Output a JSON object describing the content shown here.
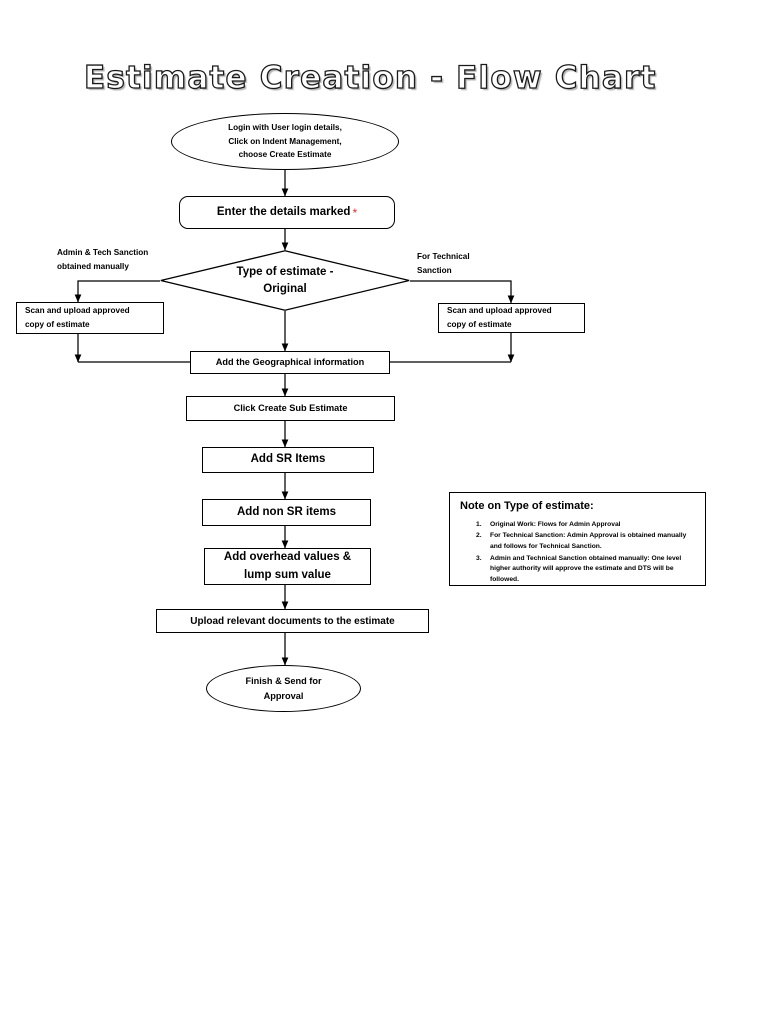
{
  "page": {
    "title": "Estimate Creation - Flow Chart",
    "background": "#ffffff",
    "ink": "#000000",
    "accent": "#e8272c"
  },
  "nodes": {
    "start": {
      "shape": "ellipse",
      "line1": "Login with User login details,",
      "line2": "Click on Indent Management,",
      "line3": "choose Create Estimate"
    },
    "enter_details": {
      "shape": "rounded-rect",
      "label": "Enter the details marked",
      "marker": "*"
    },
    "decision": {
      "shape": "diamond",
      "line1": "Type of estimate -",
      "line2": "Original"
    },
    "branch_left_caption": "Admin & Tech Sanction\nobtained manually",
    "branch_right_caption": "For Technical\nSanction",
    "scan_left": {
      "shape": "rect",
      "line1": "Scan and upload approved",
      "line2": "copy of estimate"
    },
    "scan_right": {
      "shape": "rect",
      "line1": "Scan and upload approved",
      "line2": "copy of estimate"
    },
    "geographical": {
      "shape": "rect",
      "label": "Add the Geographical information"
    },
    "sub_estimate": {
      "shape": "rect",
      "label": "Click Create Sub Estimate"
    },
    "sr_items": {
      "shape": "rect",
      "label": "Add SR Items"
    },
    "non_sr_items": {
      "shape": "rect",
      "label": "Add non SR items"
    },
    "overhead": {
      "shape": "rect",
      "line1": "Add overhead values &",
      "line2": "lump sum value"
    },
    "upload_docs": {
      "shape": "rect",
      "label": "Upload relevant documents to the estimate"
    },
    "finish": {
      "shape": "ellipse",
      "line1": "Finish & Send for",
      "line2": "Approval"
    }
  },
  "note": {
    "title": "Note on Type of estimate:",
    "items": [
      {
        "num": "1.",
        "text": "Original  Work: Flows for Admin Approval"
      },
      {
        "num": "2.",
        "text": "For Technical Sanction: Admin Approval is obtained manually and follows for Technical Sanction."
      },
      {
        "num": "3.",
        "text": "Admin and Technical Sanction obtained manually: One level higher authority will approve the estimate and DTS will be followed."
      }
    ]
  }
}
